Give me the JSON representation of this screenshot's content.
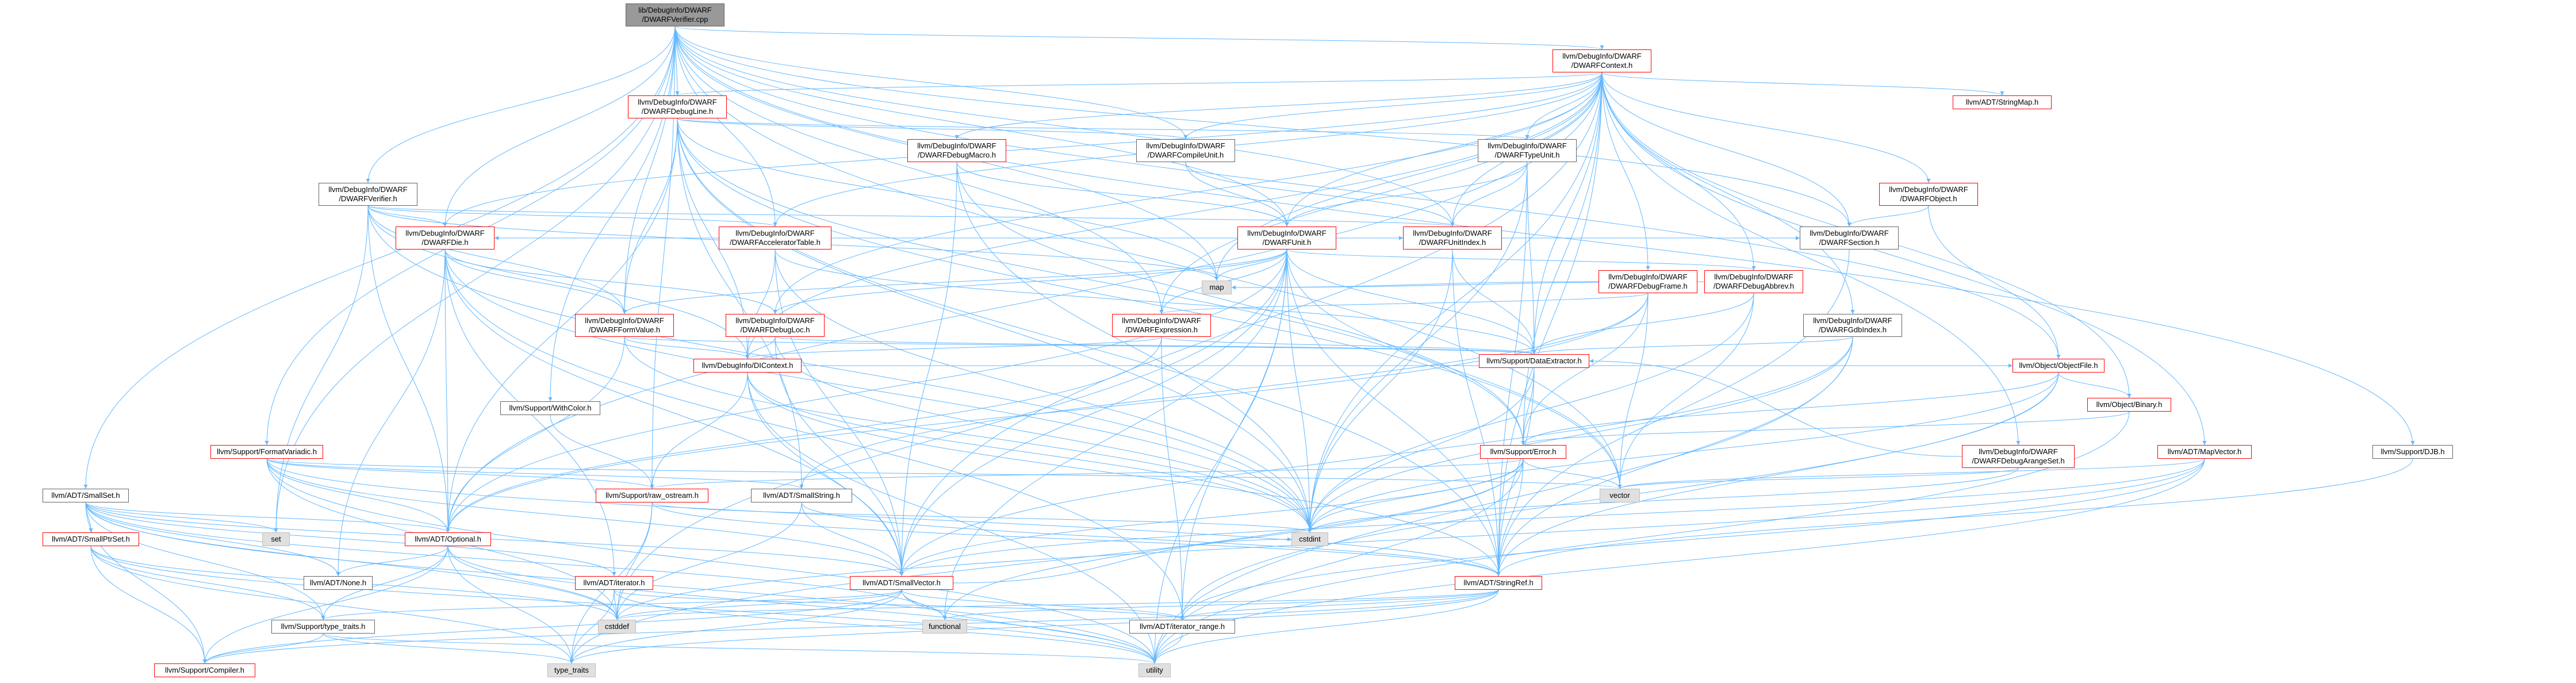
{
  "graph": {
    "root": {
      "line1": "lib/DebugInfo/DWARF",
      "line2": "/DWARFVerifier.cpp"
    },
    "nodes": {
      "dwarf_context": {
        "line1": "llvm/DebugInfo/DWARF",
        "line2": "/DWARFContext.h"
      },
      "dwarf_debug_line": {
        "line1": "llvm/DebugInfo/DWARF",
        "line2": "/DWARFDebugLine.h"
      },
      "dwarf_verifier_h": {
        "line1": "llvm/DebugInfo/DWARF",
        "line2": "/DWARFVerifier.h"
      },
      "dwarf_debug_macro": {
        "line1": "llvm/DebugInfo/DWARF",
        "line2": "/DWARFDebugMacro.h"
      },
      "dwarf_compile_unit": {
        "line1": "llvm/DebugInfo/DWARF",
        "line2": "/DWARFCompileUnit.h"
      },
      "dwarf_type_unit": {
        "line1": "llvm/DebugInfo/DWARF",
        "line2": "/DWARFTypeUnit.h"
      },
      "dwarf_unit": {
        "line1": "llvm/DebugInfo/DWARF",
        "line2": "/DWARFUnit.h"
      },
      "dwarf_object": {
        "line1": "llvm/DebugInfo/DWARF",
        "line2": "/DWARFObject.h"
      },
      "string_map": {
        "line1": "llvm/ADT/StringMap.h"
      },
      "dwarf_die": {
        "line1": "llvm/DebugInfo/DWARF",
        "line2": "/DWARFDie.h"
      },
      "dwarf_accel_table": {
        "line1": "llvm/DebugInfo/DWARF",
        "line2": "/DWARFAcceleratorTable.h"
      },
      "dwarf_unit_index": {
        "line1": "llvm/DebugInfo/DWARF",
        "line2": "/DWARFUnitIndex.h"
      },
      "dwarf_section": {
        "line1": "llvm/DebugInfo/DWARF",
        "line2": "/DWARFSection.h"
      },
      "dwarf_debug_frame": {
        "line1": "llvm/DebugInfo/DWARF",
        "line2": "/DWARFDebugFrame.h"
      },
      "dwarf_debug_abbrev": {
        "line1": "llvm/DebugInfo/DWARF",
        "line2": "/DWARFDebugAbbrev.h"
      },
      "map": {
        "line1": "map"
      },
      "dwarf_expression": {
        "line1": "llvm/DebugInfo/DWARF",
        "line2": "/DWARFExpression.h"
      },
      "dwarf_gdb_index": {
        "line1": "llvm/DebugInfo/DWARF",
        "line2": "/DWARFGdbIndex.h"
      },
      "dwarf_form_value": {
        "line1": "llvm/DebugInfo/DWARF",
        "line2": "/DWARFFormValue.h"
      },
      "dwarf_debug_loc": {
        "line1": "llvm/DebugInfo/DWARF",
        "line2": "/DWARFDebugLoc.h"
      },
      "data_extractor": {
        "line1": "llvm/Support/DataExtractor.h"
      },
      "di_context": {
        "line1": "llvm/DebugInfo/DIContext.h"
      },
      "object_file": {
        "line1": "llvm/Object/ObjectFile.h"
      },
      "object_binary": {
        "line1": "llvm/Object/Binary.h"
      },
      "with_color": {
        "line1": "llvm/Support/WithColor.h"
      },
      "format_variadic": {
        "line1": "llvm/Support/FormatVariadic.h"
      },
      "support_error": {
        "line1": "llvm/Support/Error.h"
      },
      "dwarf_debug_aranges": {
        "line1": "llvm/DebugInfo/DWARF",
        "line2": "/DWARFDebugArangeSet.h"
      },
      "map_vector": {
        "line1": "llvm/ADT/MapVector.h"
      },
      "support_djb": {
        "line1": "llvm/Support/DJB.h"
      },
      "small_set": {
        "line1": "llvm/ADT/SmallSet.h"
      },
      "small_ptr_set": {
        "line1": "llvm/ADT/SmallPtrSet.h"
      },
      "raw_ostream": {
        "line1": "llvm/Support/raw_ostream.h"
      },
      "small_string": {
        "line1": "llvm/ADT/SmallString.h"
      },
      "adt_optional": {
        "line1": "llvm/ADT/Optional.h"
      },
      "adt_none": {
        "line1": "llvm/ADT/None.h"
      },
      "adt_iterator": {
        "line1": "llvm/ADT/iterator.h"
      },
      "small_vector": {
        "line1": "llvm/ADT/SmallVector.h"
      },
      "string_ref": {
        "line1": "llvm/ADT/StringRef.h"
      },
      "iterator_range": {
        "line1": "llvm/ADT/iterator_range.h"
      },
      "type_traits_h": {
        "line1": "llvm/Support/type_traits.h"
      },
      "compiler_h": {
        "line1": "llvm/Support/Compiler.h"
      },
      "set": {
        "line1": "set"
      },
      "vector": {
        "line1": "vector"
      },
      "cstdint": {
        "line1": "cstdint"
      },
      "cstddef": {
        "line1": "cstddef"
      },
      "functional": {
        "line1": "functional"
      },
      "utility": {
        "line1": "utility"
      },
      "type_traits": {
        "line1": "type_traits"
      }
    }
  },
  "colors": {
    "root_fill": "#999999",
    "red_border": "#ff0000",
    "gray_border": "#bfbfbf",
    "gray_fill": "#e0e0e0",
    "edge": "#63b8ff"
  }
}
